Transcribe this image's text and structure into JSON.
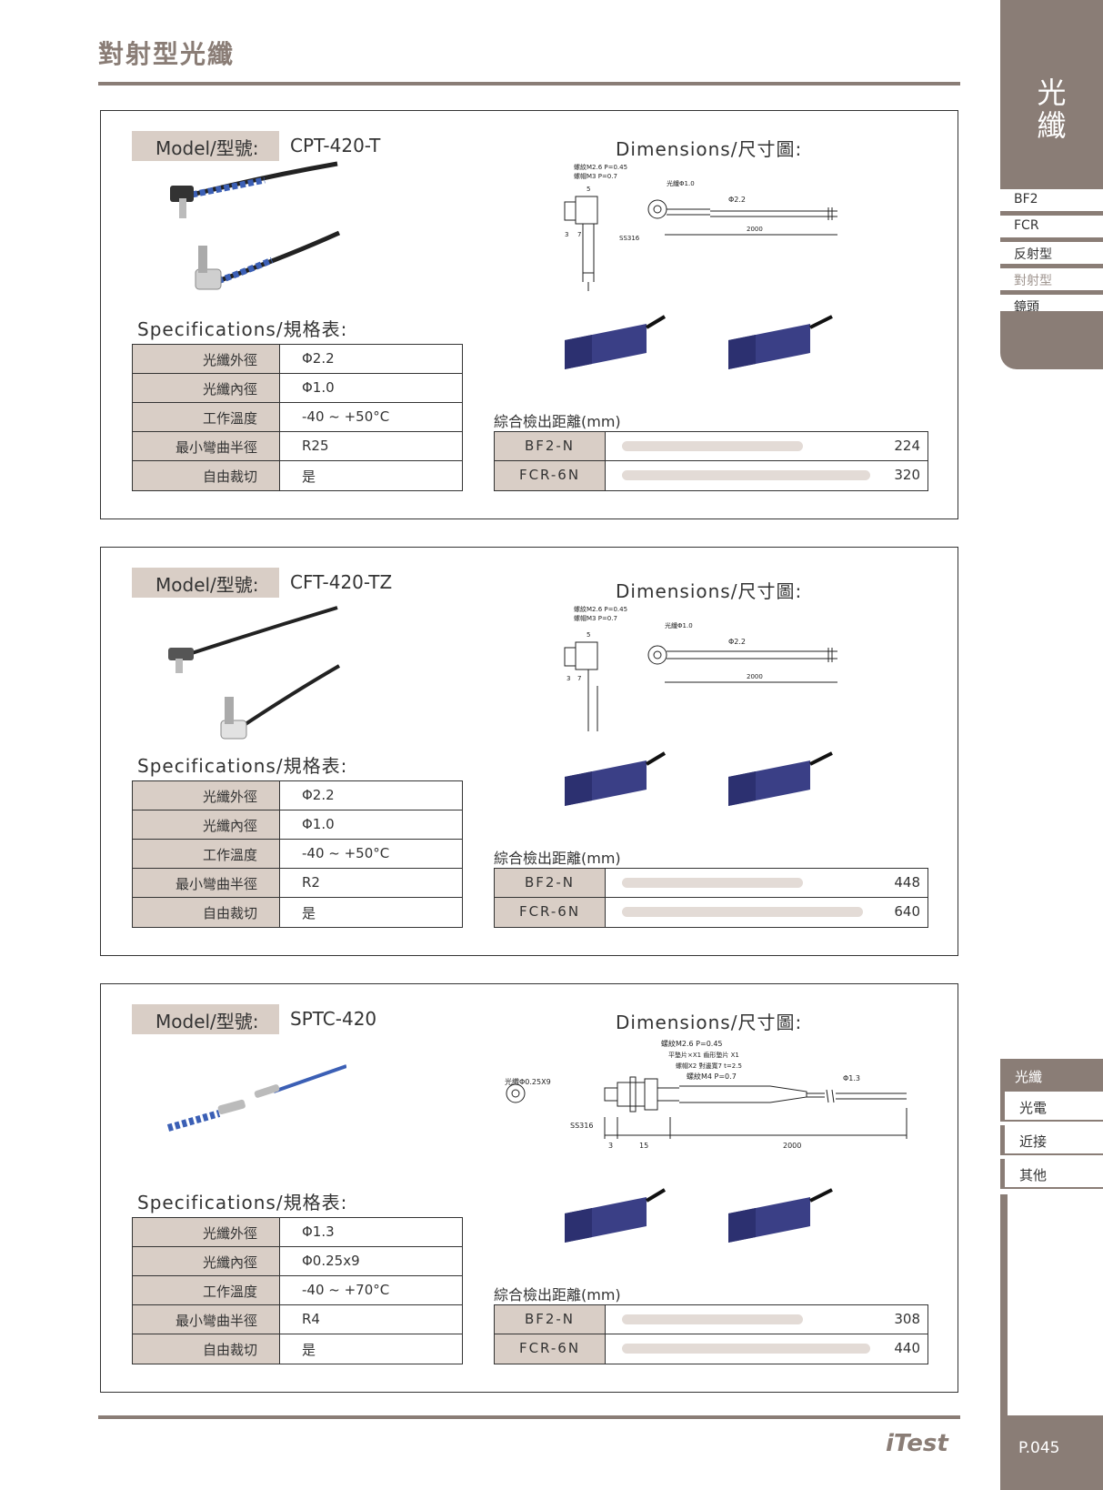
{
  "page_title": "對射型光纖",
  "brand": "iTest",
  "page_number": "P.045",
  "side_tab": {
    "category": "光\n纖",
    "items": [
      "BF2",
      "FCR",
      "反射型",
      "對射型",
      "鏡頭"
    ]
  },
  "side_bottom": {
    "active": "光纖",
    "links": [
      "光電",
      "近接",
      "其他"
    ]
  },
  "labels": {
    "model": "Model/型號:",
    "dimensions": "Dimensions/尺寸圖:",
    "specifications": "Specifications/規格表:",
    "range_title": "綜合檢出距離(mm)"
  },
  "products": [
    {
      "model": "CPT-420-T",
      "specs": [
        {
          "label": "光纖外徑",
          "value": "Φ2.2"
        },
        {
          "label": "光纖內徑",
          "value": "Φ1.0"
        },
        {
          "label": "工作溫度",
          "value": "-40 ~ +50°C"
        },
        {
          "label": "最小彎曲半徑",
          "value": "R25"
        },
        {
          "label": "自由裁切",
          "value": "是"
        }
      ],
      "ranges": [
        {
          "label": "BF2-N",
          "value": 224,
          "fraction": 0.72
        },
        {
          "label": "FCR-6N",
          "value": 320,
          "fraction": 0.99
        }
      ],
      "drawing_labels": {
        "thread": "螺紋M2.6 P=0.45",
        "nut": "螺帽M3 P=0.7",
        "lens": "光纖Φ1.0",
        "jacket": "Φ2.2",
        "length": "2000",
        "material": "SS316",
        "w1": "3",
        "w2": "7",
        "w3": "5"
      }
    },
    {
      "model": "CFT-420-TZ",
      "specs": [
        {
          "label": "光纖外徑",
          "value": "Φ2.2"
        },
        {
          "label": "光纖內徑",
          "value": "Φ1.0"
        },
        {
          "label": "工作溫度",
          "value": "-40 ~ +50°C"
        },
        {
          "label": "最小彎曲半徑",
          "value": "R2"
        },
        {
          "label": "自由裁切",
          "value": "是"
        }
      ],
      "ranges": [
        {
          "label": "BF2-N",
          "value": 448,
          "fraction": 0.72
        },
        {
          "label": "FCR-6N",
          "value": 640,
          "fraction": 0.96
        }
      ],
      "drawing_labels": {
        "thread": "螺紋M2.6 P=0.45",
        "nut": "螺帽M3 P=0.7",
        "lens": "光纖Φ1.0",
        "jacket": "Φ2.2",
        "length": "2000",
        "material": "",
        "w1": "3",
        "w2": "7",
        "w3": "5"
      }
    },
    {
      "model": "SPTC-420",
      "specs": [
        {
          "label": "光纖外徑",
          "value": "Φ1.3"
        },
        {
          "label": "光纖內徑",
          "value": "Φ0.25x9"
        },
        {
          "label": "工作溫度",
          "value": "-40 ~ +70°C"
        },
        {
          "label": "最小彎曲半徑",
          "value": "R4"
        },
        {
          "label": "自由裁切",
          "value": "是"
        }
      ],
      "ranges": [
        {
          "label": "BF2-N",
          "value": 308,
          "fraction": 0.72
        },
        {
          "label": "FCR-6N",
          "value": 440,
          "fraction": 0.99
        }
      ],
      "drawing_labels": {
        "thread": "螺紋M2.6 P=0.45",
        "washer": "平墊片×X1   齒形墊片 X1",
        "nut": "螺帽X2   對邊寬7 t=2.5",
        "nut2": "螺紋M4 P=0.7",
        "lens": "光纖Φ0.25X9",
        "jacket": "Φ1.3",
        "length": "2000",
        "material": "SS316",
        "w1": "3",
        "w2": "15"
      }
    }
  ],
  "colors": {
    "accent": "#8a7d76",
    "label_fill": "#d9cec6",
    "bar": "#e3dbd6",
    "amp_body": "#3a3f86"
  }
}
